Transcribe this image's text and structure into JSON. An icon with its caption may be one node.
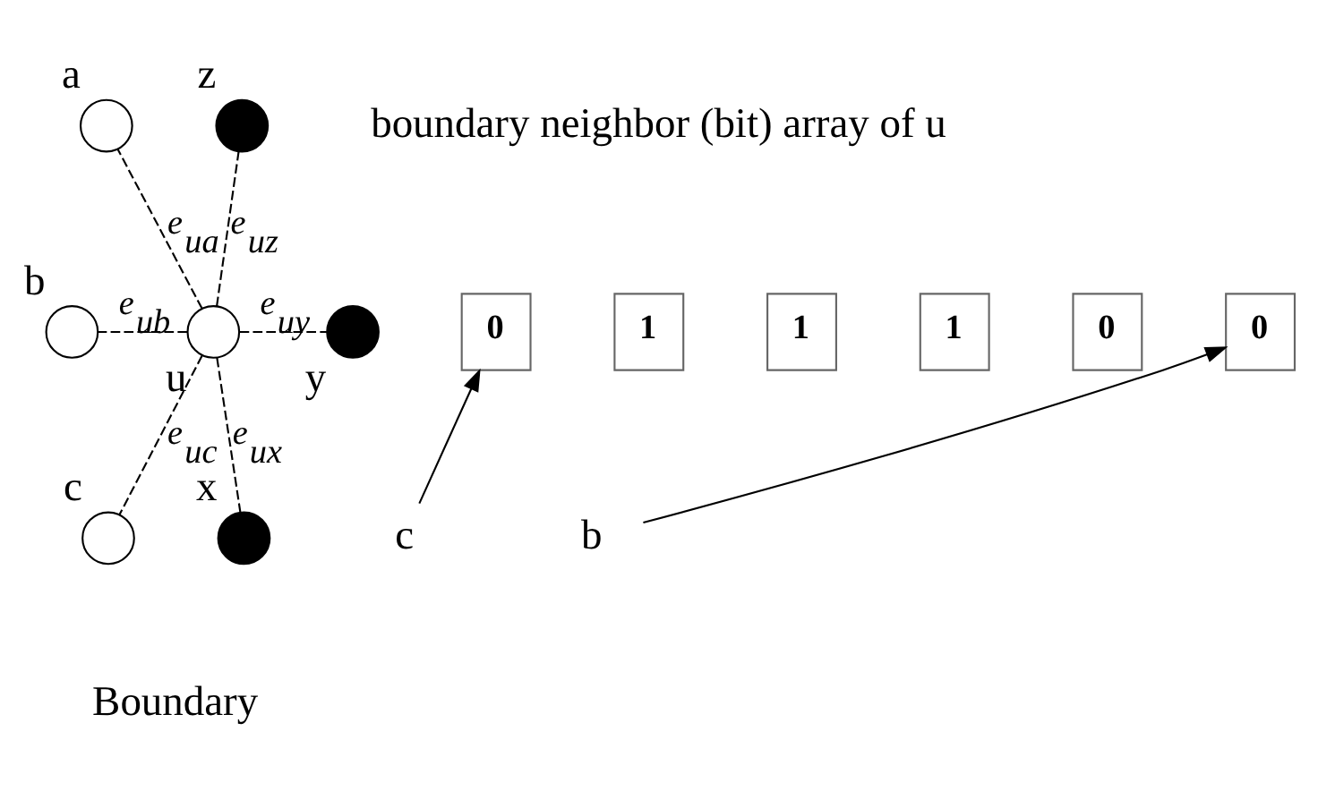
{
  "diagram": {
    "nodes": [
      {
        "text": [],
        "shape": "circle",
        "beside": [
          "a"
        ]
      },
      {
        "text": [],
        "shape": "circle",
        "beside": [
          "b"
        ]
      },
      {
        "text": [],
        "shape": "circle",
        "beside": [
          "u"
        ]
      },
      {
        "text": [],
        "shape": "circle",
        "beside": [
          "c"
        ]
      },
      {
        "text": [],
        "shape": "circle",
        "beside": [
          "z"
        ]
      },
      {
        "text": [],
        "shape": "circle",
        "beside": [
          "y"
        ]
      },
      {
        "text": [],
        "shape": "circle",
        "beside": [
          "x"
        ]
      },
      {
        "text": [
          "0"
        ]
      },
      {
        "text": [
          "1"
        ]
      },
      {
        "text": [
          "1"
        ]
      },
      {
        "text": [
          "1"
        ]
      },
      {
        "text": [
          "0"
        ]
      },
      {
        "text": [
          "0"
        ]
      },
      {
        "text": [
          "c"
        ]
      },
      {
        "text": [
          "b"
        ]
      }
    ],
    "edges": [
      {
        "from": 2,
        "to": 0,
        "arrow": "none",
        "style": "dashed",
        "label": "e$_{ua}$"
      },
      {
        "from": 2,
        "to": 1,
        "arrow": "none",
        "style": "dashed",
        "label": "e$_{ub}$"
      },
      {
        "from": 2,
        "to": 3,
        "arrow": "none",
        "style": "dashed",
        "label": "e$_{uc}$"
      },
      {
        "from": 2,
        "to": 4,
        "arrow": "none",
        "style": "dashed",
        "label": "e$_{uz}$"
      },
      {
        "from": 2,
        "to": 5,
        "arrow": "none",
        "style": "dashed",
        "label": "e$_{uy}$"
      },
      {
        "from": 2,
        "to": 6,
        "arrow": "none",
        "style": "dashed",
        "label": "e$_{ux}$"
      },
      {
        "from": 13,
        "to": 7,
        "arrow": "to"
      },
      {
        "from": 14,
        "to": 12,
        "arrow": "to"
      }
    ],
    "labels": [
      "boundary neighbor (bit) array of u",
      "Boundary"
    ]
  }
}
